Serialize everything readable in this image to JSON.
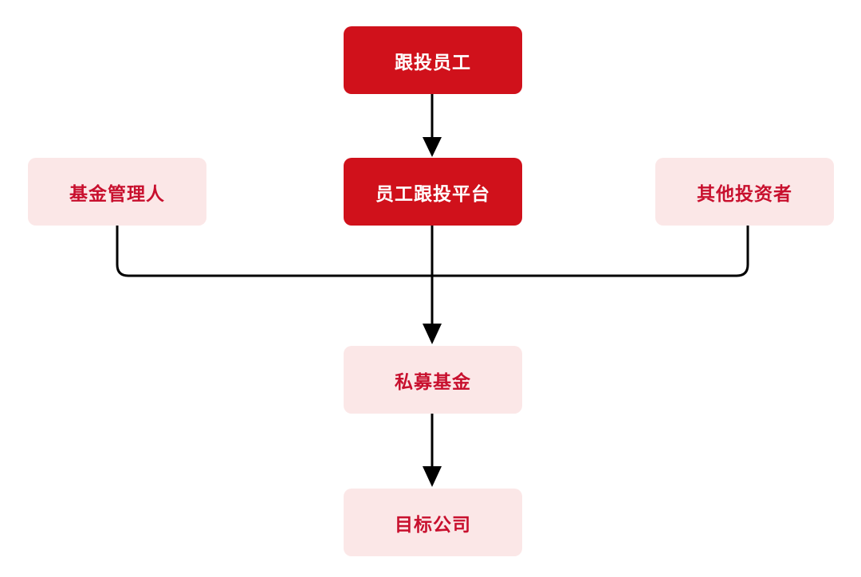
{
  "nodes": {
    "employee": "跟投员工",
    "platform": "员工跟投平台",
    "manager": "基金管理人",
    "other": "其他投资者",
    "fund": "私募基金",
    "target": "目标公司"
  },
  "colors": {
    "dark_fill": "#d0111b",
    "light_fill": "#fbe7e7",
    "light_text": "#c8102e",
    "connector": "#000000"
  }
}
